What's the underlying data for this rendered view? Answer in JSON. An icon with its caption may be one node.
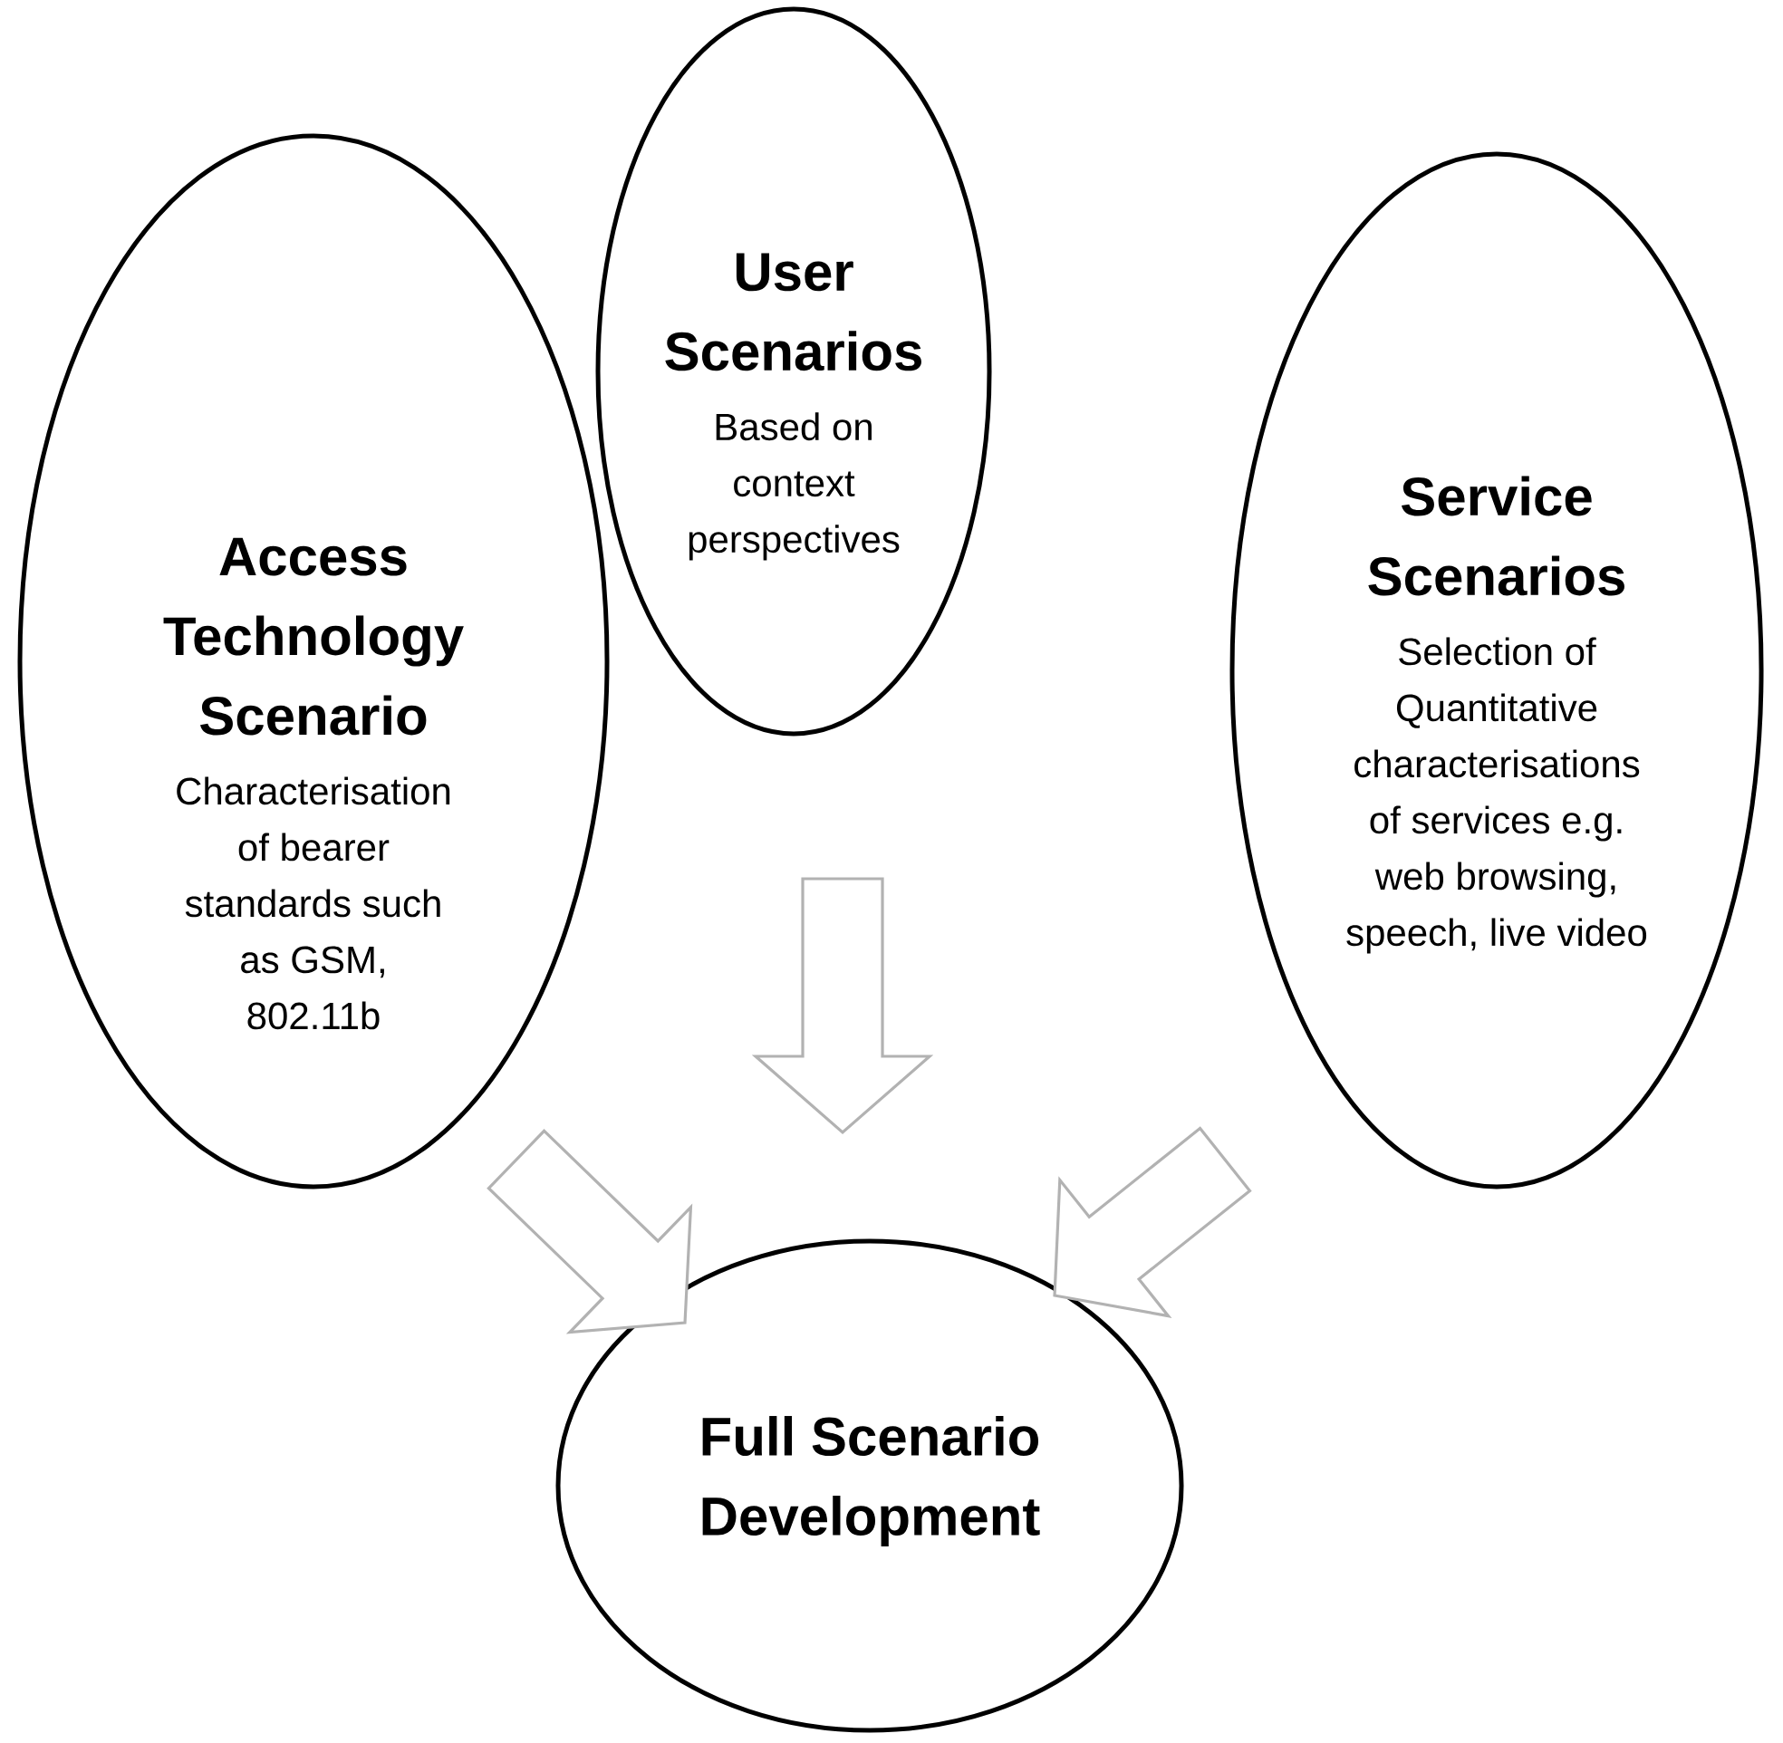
{
  "diagram": {
    "nodes": [
      {
        "text": [
          "User Scenarios",
          "Based on context perspectives"
        ]
      },
      {
        "text": [
          "Access Technology Scenario",
          "Characterisation of bearer standards such as GSM, 802.11b"
        ]
      },
      {
        "text": [
          "Service Scenarios",
          "Selection of Quantitative characterisations of services e.g. web browsing, speech, live video"
        ]
      },
      {
        "text": [
          "Full Scenario Development"
        ]
      }
    ],
    "edges": [
      {
        "from": 0,
        "to": 3,
        "arrow": "to"
      },
      {
        "from": 1,
        "to": 3,
        "arrow": "to"
      },
      {
        "from": 2,
        "to": 3,
        "arrow": "to"
      }
    ]
  }
}
